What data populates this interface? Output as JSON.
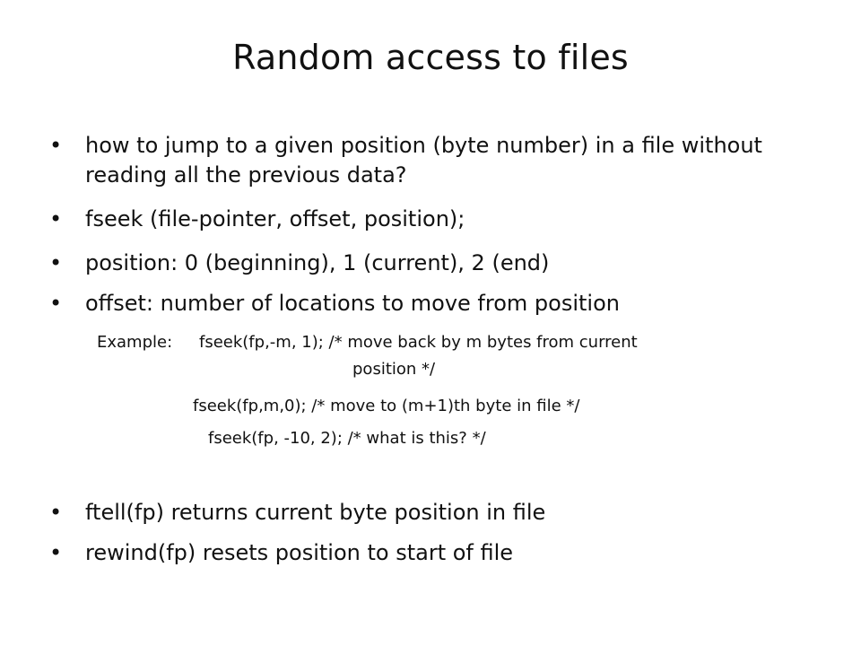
{
  "slide": {
    "title": "Random access to files",
    "bullet_symbol": "•",
    "bullets_top": [
      "how to jump to a given position (byte number) in a file without reading all the previous data?",
      "fseek (file-pointer, offset, position);",
      "position: 0 (beginning), 1 (current), 2 (end)",
      "offset: number of locations to move from position"
    ],
    "example": {
      "label": "Example:",
      "line1": "fseek(fp,-m, 1); /* move back by m bytes from current",
      "line1_cont": "position */",
      "line2": "fseek(fp,m,0); /* move to (m+1)th byte in file */",
      "line3": "fseek(fp, -10, 2); /* what is this? */"
    },
    "bullets_bottom": [
      "ftell(fp) returns current byte position in file",
      "rewind(fp) resets position to start of file"
    ]
  }
}
